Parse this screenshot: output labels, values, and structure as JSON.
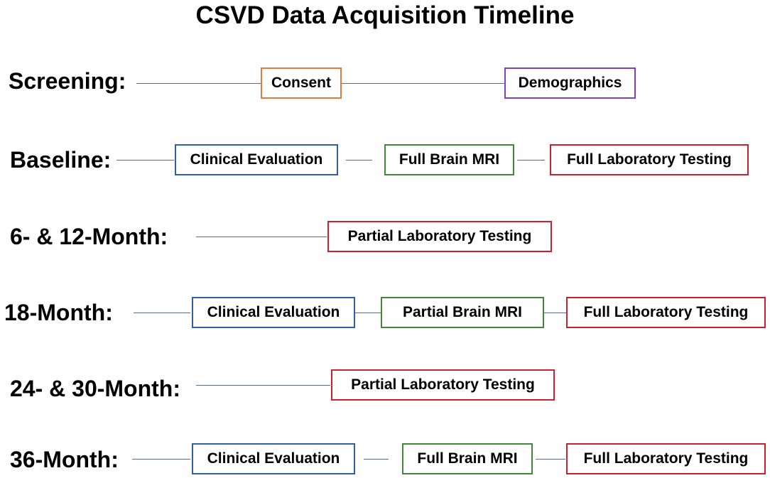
{
  "title": "CSVD Data Acquisition Timeline",
  "colors": {
    "consent": "#e07b39",
    "demographics": "#7e3fc0",
    "clinical": "#2f5fa8",
    "mri": "#3f8a3a",
    "lab": "#cc1f2f",
    "connector": "#5a6a8a"
  },
  "rows": [
    {
      "label": "Screening:",
      "items": [
        {
          "text": "Consent",
          "category": "consent"
        },
        {
          "text": "Demographics",
          "category": "demographics"
        }
      ]
    },
    {
      "label": "Baseline:",
      "items": [
        {
          "text": "Clinical Evaluation",
          "category": "clinical"
        },
        {
          "text": "Full Brain MRI",
          "category": "mri"
        },
        {
          "text": "Full Laboratory Testing",
          "category": "lab"
        }
      ]
    },
    {
      "label": "6- & 12-Month:",
      "items": [
        {
          "text": "Partial Laboratory Testing",
          "category": "lab"
        }
      ]
    },
    {
      "label": "18-Month:",
      "items": [
        {
          "text": "Clinical Evaluation",
          "category": "clinical"
        },
        {
          "text": "Partial Brain MRI",
          "category": "mri"
        },
        {
          "text": "Full Laboratory Testing",
          "category": "lab"
        }
      ]
    },
    {
      "label": "24- & 30-Month:",
      "items": [
        {
          "text": "Partial Laboratory Testing",
          "category": "lab"
        }
      ]
    },
    {
      "label": "36-Month:",
      "items": [
        {
          "text": "Clinical Evaluation",
          "category": "clinical"
        },
        {
          "text": "Full Brain MRI",
          "category": "mri"
        },
        {
          "text": "Full Laboratory Testing",
          "category": "lab"
        }
      ]
    }
  ]
}
